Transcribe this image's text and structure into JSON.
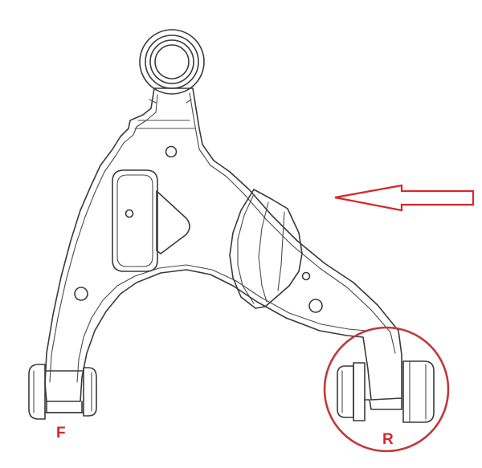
{
  "diagram": {
    "labels": {
      "front": "F",
      "rear": "R"
    },
    "colors": {
      "line": "#3a3a3a",
      "accent_red": "#d9262a",
      "circle_red": "#c0393b",
      "background": "#ffffff"
    },
    "icons": {
      "arrow": "arrow-left-outline-icon",
      "highlight": "circle-highlight"
    }
  }
}
